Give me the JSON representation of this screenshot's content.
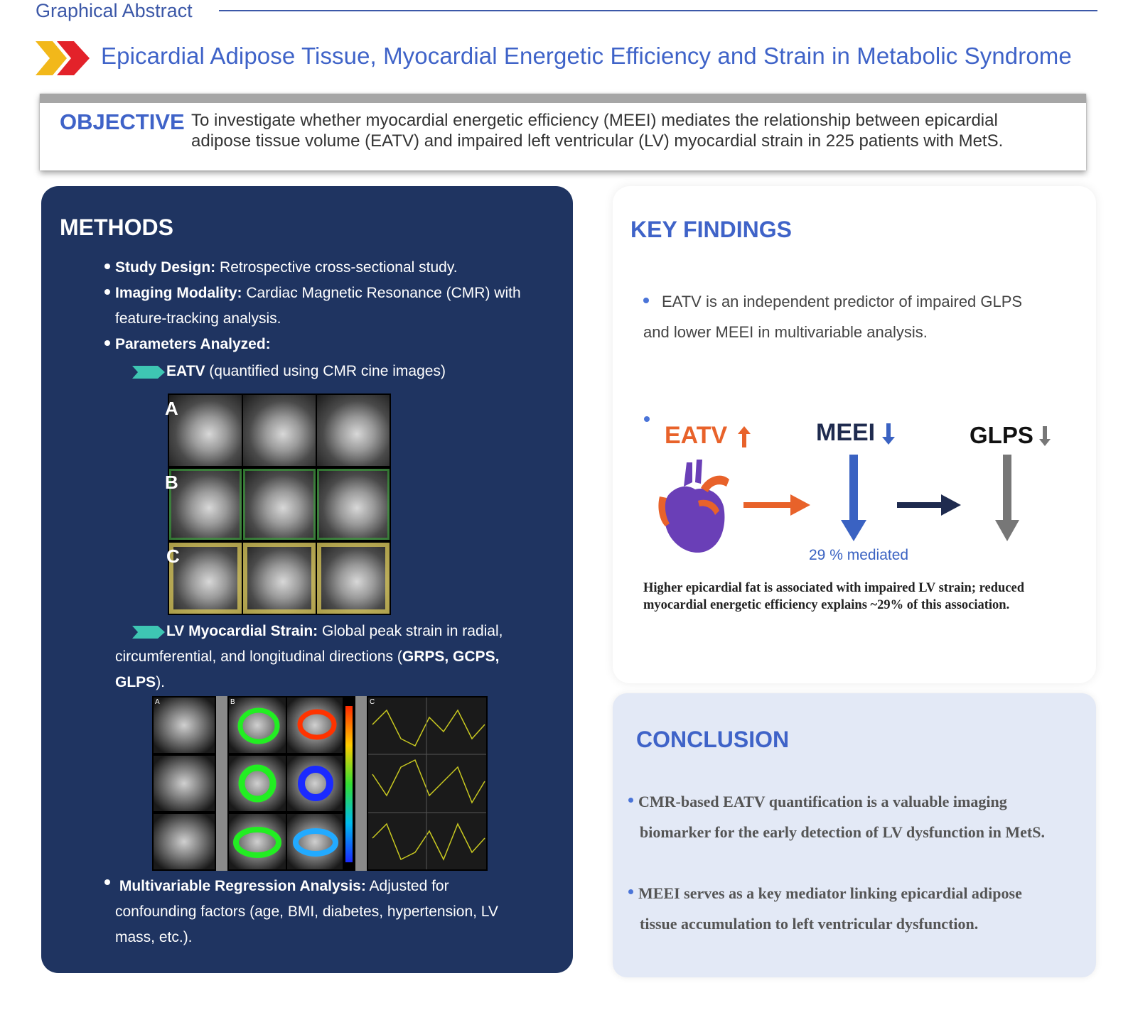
{
  "header": {
    "label": "Graphical Abstract",
    "title": "Epicardial Adipose Tissue, Myocardial Energetic Efficiency and Strain in Metabolic Syndrome",
    "colors": {
      "accent": "#3f63c8",
      "chevron_yellow": "#f2b81a",
      "chevron_red": "#e3222a"
    }
  },
  "objective": {
    "label": "OBJECTIVE",
    "line1": "To investigate whether myocardial energetic efficiency (MEEI) mediates the relationship between epicardial",
    "line2": "adipose tissue volume (EATV) and impaired left ventricular (LV) myocardial strain in 225 patients with MetS."
  },
  "methods": {
    "title": "METHODS",
    "study_design_label": "Study Design:",
    "study_design_text": " Retrospective cross-sectional study.",
    "imaging_label": "Imaging Modality:",
    "imaging_text": " Cardiac Magnetic Resonance (CMR) with",
    "imaging_text2": "feature-tracking analysis.",
    "params_label": "Parameters Analyzed:",
    "eatv_label": "EATV",
    "eatv_text": " (quantified using CMR cine images)",
    "mri_row_labels": [
      "A",
      "B",
      "C"
    ],
    "strain_label": "LV Myocardial Strain:",
    "strain_text": " Global peak strain in radial,",
    "strain_text2_a": "circumferential, and longitudinal directions (",
    "strain_text2_b": "GRPS, GCPS,",
    "strain_text3_a": "GLPS",
    "strain_text3_b": ").",
    "mri2_labels": [
      "A",
      "B",
      "C"
    ],
    "mra_label": "Multivariable Regression Analysis:",
    "mra_text": " Adjusted for",
    "mra_text2": "confounding factors (age, BMI, diabetes, hypertension, LV",
    "mra_text3": "mass, etc.).",
    "colors": {
      "panel": "#1f3461",
      "teal": "#3ec6b3"
    }
  },
  "key_findings": {
    "title": "KEY FINDINGS",
    "bullet1_line1": "EATV is an independent predictor of impaired GLPS",
    "bullet1_line2": "and lower MEEI in multivariable analysis.",
    "diagram": {
      "eatv": "EATV",
      "meei": "MEEI",
      "glps": "GLPS",
      "mediated": "29 % mediated"
    },
    "caption_line1": "Higher epicardial fat is associated with impaired LV strain; reduced",
    "caption_line2": "myocardial energetic efficiency explains ~29% of this association."
  },
  "conclusion": {
    "title": "CONCLUSION",
    "item1_line1": "CMR-based EATV quantification is a valuable imaging",
    "item1_line2": "biomarker for the early detection of LV dysfunction in MetS.",
    "item2_line1": "MEEI serves as a key mediator linking epicardial adipose",
    "item2_line2": "tissue accumulation to left ventricular dysfunction."
  }
}
